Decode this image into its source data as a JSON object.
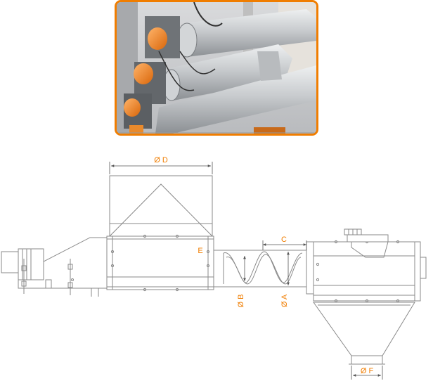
{
  "colors": {
    "accent": "#f07d00",
    "line": "#8a8a8a",
    "dim_line": "#555555",
    "photo_frame": "#f07d00"
  },
  "photo": {
    "icon": "industrial-screw-conveyor-photo"
  },
  "dimensions": {
    "diameter_d": "Ø D",
    "e": "E",
    "c": "C",
    "diameter_b": "Ø B",
    "diameter_a": "Ø A",
    "diameter_f": "Ø F"
  }
}
